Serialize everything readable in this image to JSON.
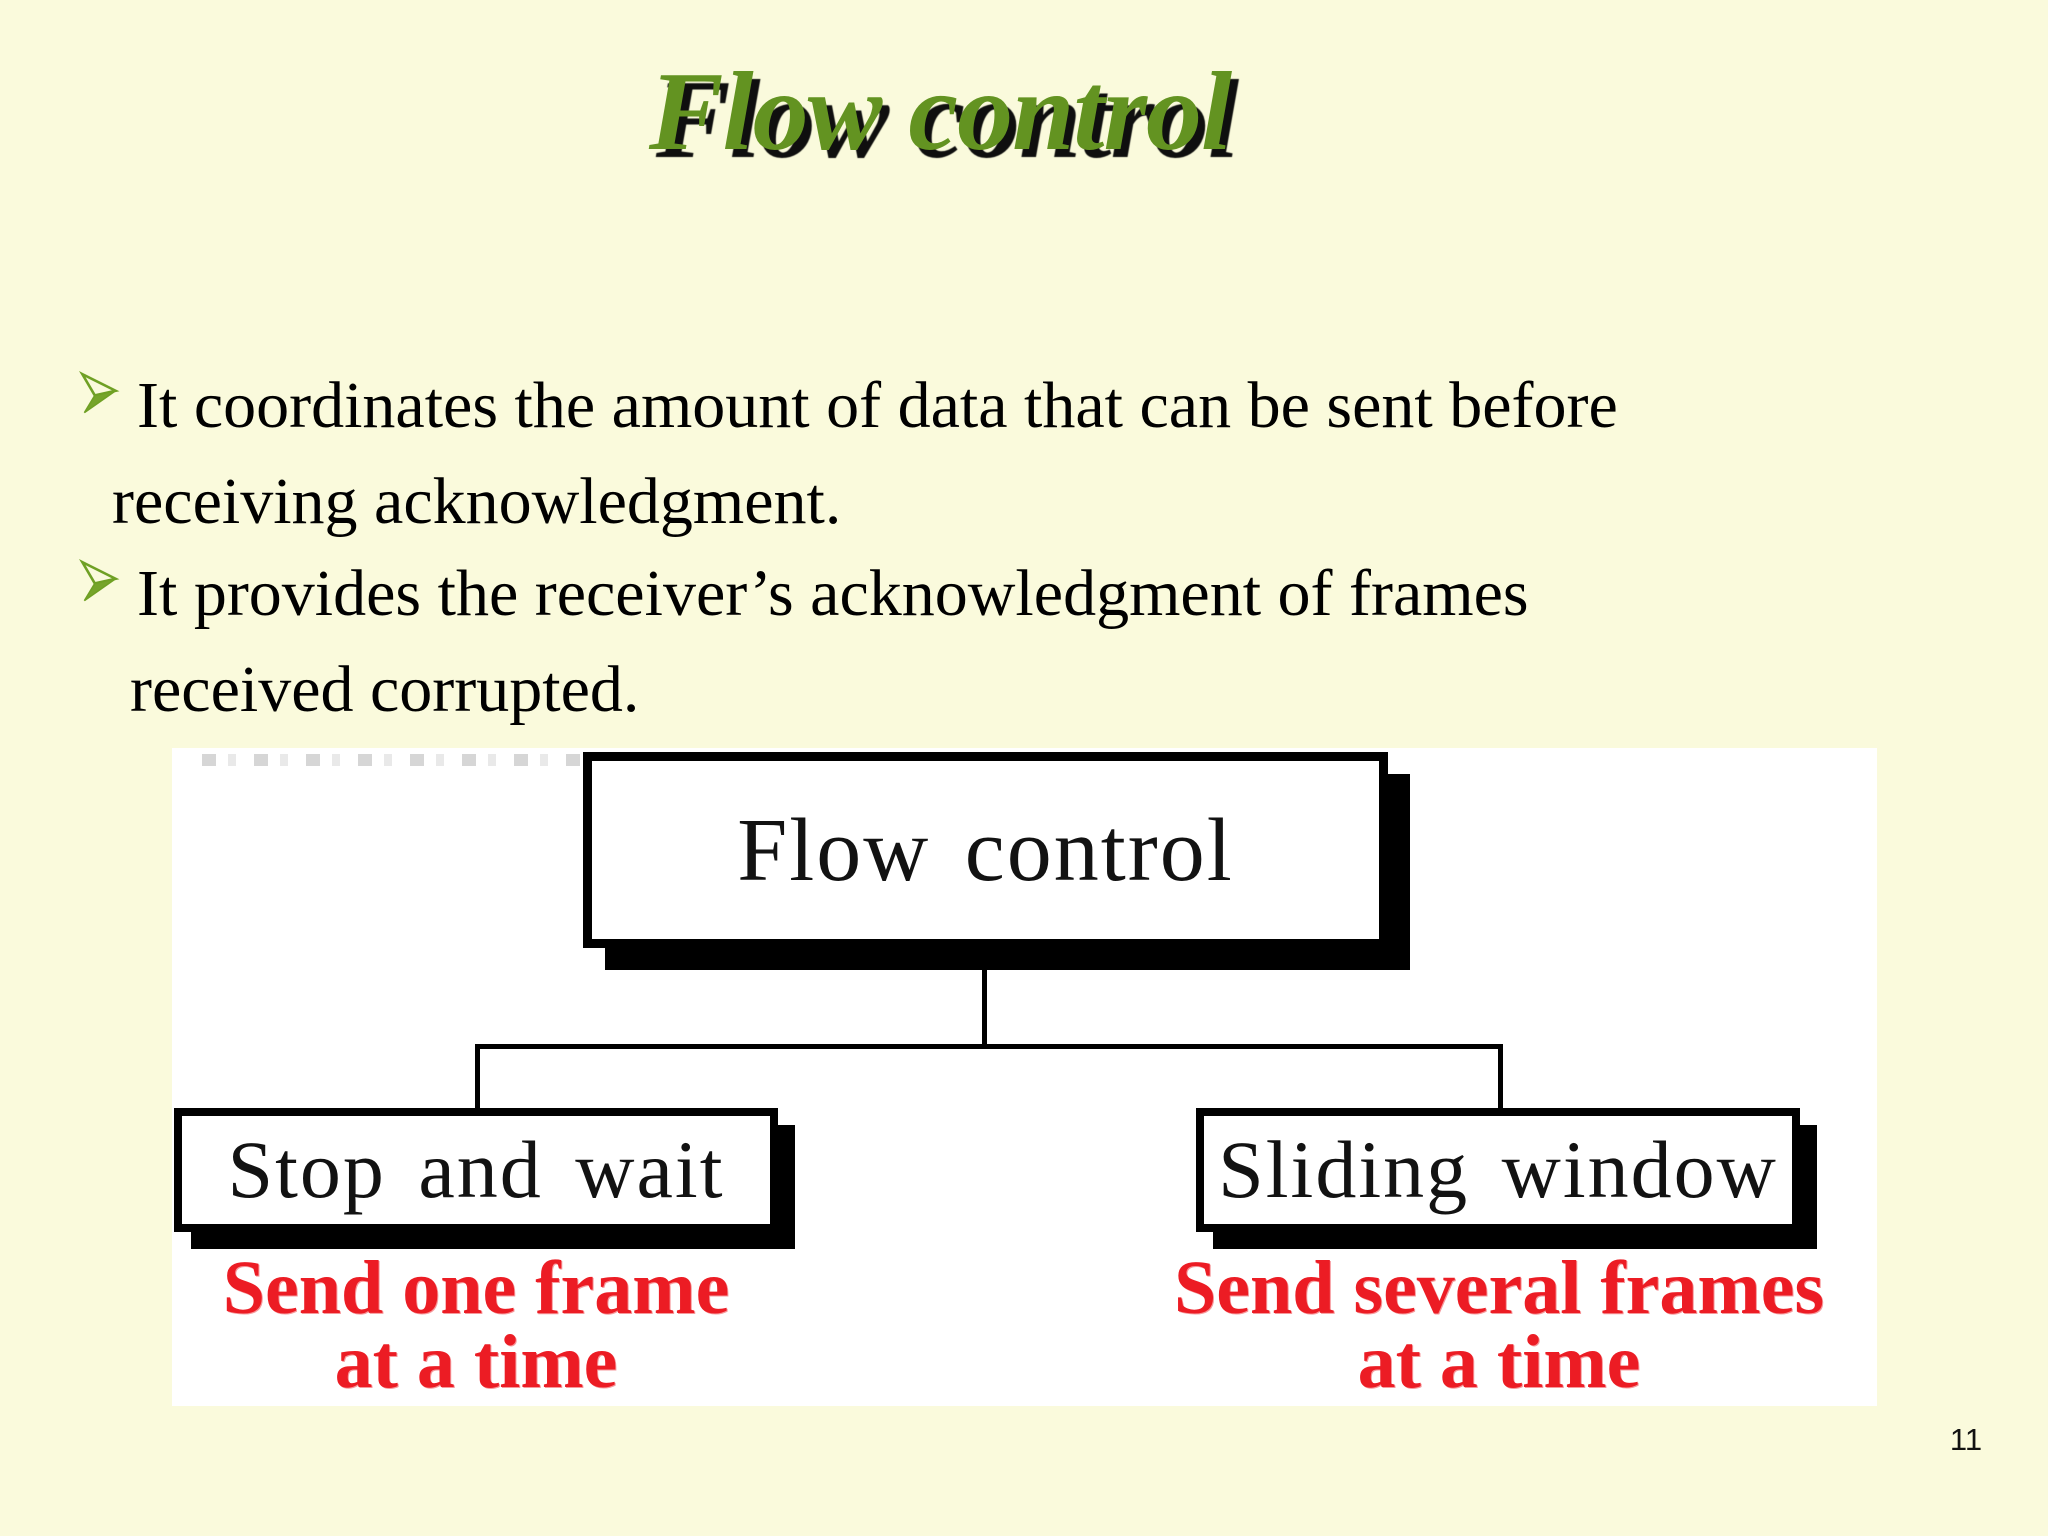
{
  "slide": {
    "background_color": "#FAFADC",
    "page_number": "11",
    "title": {
      "text": "Flow control",
      "color": "#639321"
    },
    "bullet_icon": "green-3d-arrowhead",
    "bullet_icon_color": "#76A42A",
    "bullets": [
      {
        "lines": [
          "It coordinates the amount of data that can be sent before",
          "receiving acknowledgment."
        ]
      },
      {
        "lines": [
          "It provides the receiver’s acknowledgment of frames",
          "received corrupted."
        ]
      }
    ]
  },
  "diagram": {
    "type": "tree",
    "background_color": "#FFFFFF",
    "box_border_color": "#000000",
    "caption_color": "#EC1C24",
    "root": {
      "label": "Flow control"
    },
    "children": [
      {
        "label": "Stop and wait",
        "caption_lines": [
          "Send one frame",
          "at a time"
        ]
      },
      {
        "label": "Sliding window",
        "caption_lines": [
          "Send several frames",
          "at a time"
        ]
      }
    ]
  }
}
